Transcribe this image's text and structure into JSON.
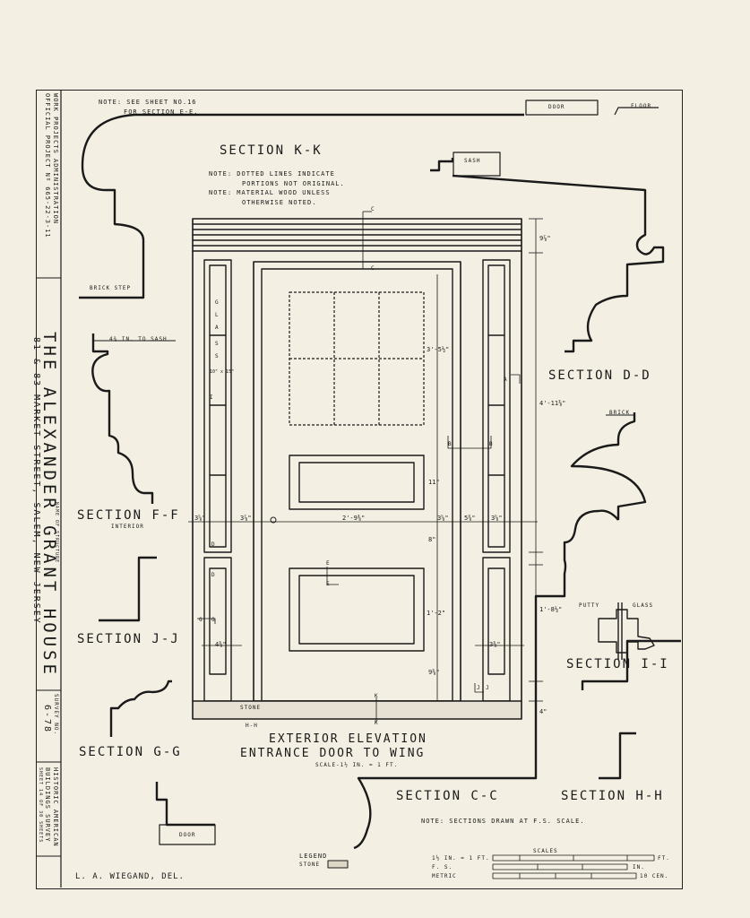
{
  "title_block": {
    "wpa_line1": "WORK PROJECTS ADMINISTRATION",
    "wpa_line2": "OFFICIAL PROJECT Nº 665-22-3-11",
    "structure_label": "NAME OF STRUCTURE",
    "house_name": "THE ALEXANDER GRANT HOUSE",
    "address": "81 & 83 MARKET STREET, SALEM, NEW JERSEY",
    "survey_label": "SURVEY NO.",
    "survey_no": "6-78",
    "habs_line1": "HISTORIC AMERICAN",
    "habs_line2": "BUILDINGS SURVEY",
    "sheet": "SHEET 14 OF 30 SHEETS"
  },
  "notes": {
    "see_sheet_1": "NOTE: SEE SHEET NO.16",
    "see_sheet_2": "FOR SECTION E-E.",
    "dotted_1": "NOTE: DOTTED LINES INDICATE",
    "dotted_2": "PORTIONS NOT ORIGINAL.",
    "material_1": "NOTE: MATERIAL WOOD UNLESS",
    "material_2": "OTHERWISE NOTED.",
    "sections_fs": "NOTE: SECTIONS DRAWN AT F.S. SCALE."
  },
  "sections": {
    "kk": "SECTION K-K",
    "dd": "SECTION D-D",
    "ff": "SECTION F-F",
    "ff_sub": "INTERIOR",
    "jj": "SECTION J-J",
    "ii": "SECTION I-I",
    "gg": "SECTION G-G",
    "cc": "SECTION C-C",
    "hh": "SECTION H-H"
  },
  "labels": {
    "door_top": "DOOR",
    "floor": "FLOOR",
    "sash": "SASH",
    "brick_step": "BRICK STEP",
    "to_sash": "4⅜ IN. TO SASH",
    "brick": "BRICK",
    "putty": "PUTTY",
    "glass": "GLASS",
    "door_bottom": "DOOR",
    "stone": "STONE",
    "glass_letters": [
      "G",
      "L",
      "A",
      "S",
      "S"
    ],
    "pane_size": "10\" x 15\""
  },
  "elevation": {
    "title_1": "EXTERIOR ELEVATION",
    "title_2": "ENTRANCE DOOR TO WING",
    "scale": "SCALE-1½ IN. = 1 FT."
  },
  "dims": {
    "top_right": "9⅞\"",
    "upper_panel": "3'-5½\"",
    "light_height": "4'-11⅜\"",
    "upper_width": "11\"",
    "left_margin": "3⅝\"",
    "left_side": "3⅞\"",
    "door_width": "2'-9⅜\"",
    "right_side": "3⅝\"",
    "right_margin": "5⅜\"",
    "right_edge": "3⅝\"",
    "mid_rail": "8\"",
    "lower_right": "1'-8½\"",
    "lower_panel": "1'-2\"",
    "bottom_rail": "9⅜\"",
    "base": "4\"",
    "small_1": "4⅜\"",
    "small_2": "3⅜\""
  },
  "cut_marks": {
    "c": "C",
    "b": "B",
    "d": "D",
    "e": "E",
    "k": "K",
    "g": "G",
    "j": "J",
    "h": "H-H",
    "i": "I",
    "a": "A"
  },
  "legend": {
    "heading": "LEGEND",
    "stone": "STONE"
  },
  "scales": {
    "heading": "SCALES",
    "s1": "1½ IN. = 1 FT.",
    "s1_end": "FT.",
    "s2": "F. S.",
    "s2_end": "IN.",
    "s3": "METRIC",
    "s3_end": "10 CEN."
  },
  "delineator": "L. A. WIEGAND, DEL."
}
